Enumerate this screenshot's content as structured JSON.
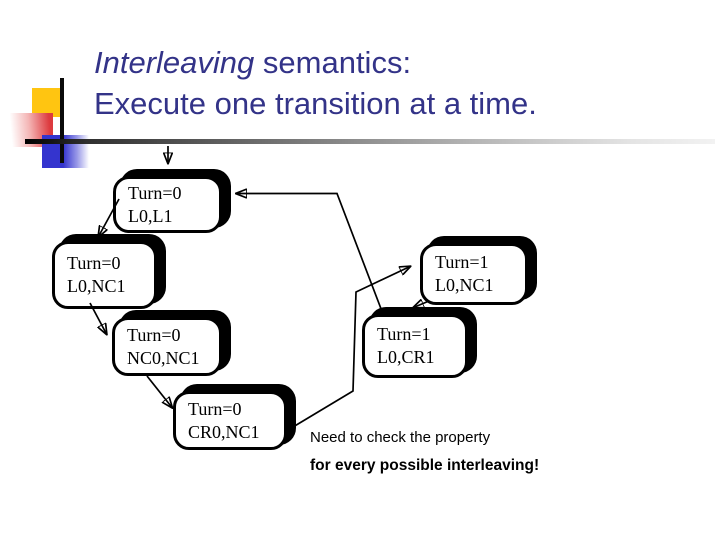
{
  "title": {
    "line1_italic": "Interleaving",
    "line1_rest": " semantics:",
    "line2": "Execute one transition at a time."
  },
  "colors": {
    "title_text": "#333388",
    "accent_yellow": "#FFC511",
    "accent_red": "#DD3B3F",
    "accent_blue": "#3434CE",
    "node_fill": "#FFFFFF",
    "node_stroke": "#000000"
  },
  "diagram": {
    "nodes": [
      {
        "id": "t0-l0-l1",
        "line1": "Turn=0",
        "line2": "L0,L1"
      },
      {
        "id": "t0-l0-nc1",
        "line1": "Turn=0",
        "line2": "L0,NC1"
      },
      {
        "id": "t0-nc0-nc1",
        "line1": "Turn=0",
        "line2": "NC0,NC1"
      },
      {
        "id": "t0-cr0-nc1",
        "line1": "Turn=0",
        "line2": "CR0,NC1"
      },
      {
        "id": "t1-l0-nc1",
        "line1": "Turn=1",
        "line2": "L0,NC1"
      },
      {
        "id": "t1-l0-cr1",
        "line1": "Turn=1",
        "line2": "L0,CR1"
      }
    ],
    "edges": [
      {
        "from": "start",
        "to": "t0-l0-l1"
      },
      {
        "from": "t0-l0-l1",
        "to": "t0-l0-nc1"
      },
      {
        "from": "t0-l0-nc1",
        "to": "t0-nc0-nc1"
      },
      {
        "from": "t0-nc0-nc1",
        "to": "t0-cr0-nc1"
      },
      {
        "from": "t1-l0-nc1",
        "to": "t1-l0-cr1"
      },
      {
        "from": "t0-cr0-nc1",
        "to": "t1-l0-nc1"
      },
      {
        "from": "t1-l0-cr1",
        "to": "t0-l0-l1"
      }
    ]
  },
  "note": {
    "line1": "Need to check the property",
    "line2": "for every possible interleaving!"
  }
}
